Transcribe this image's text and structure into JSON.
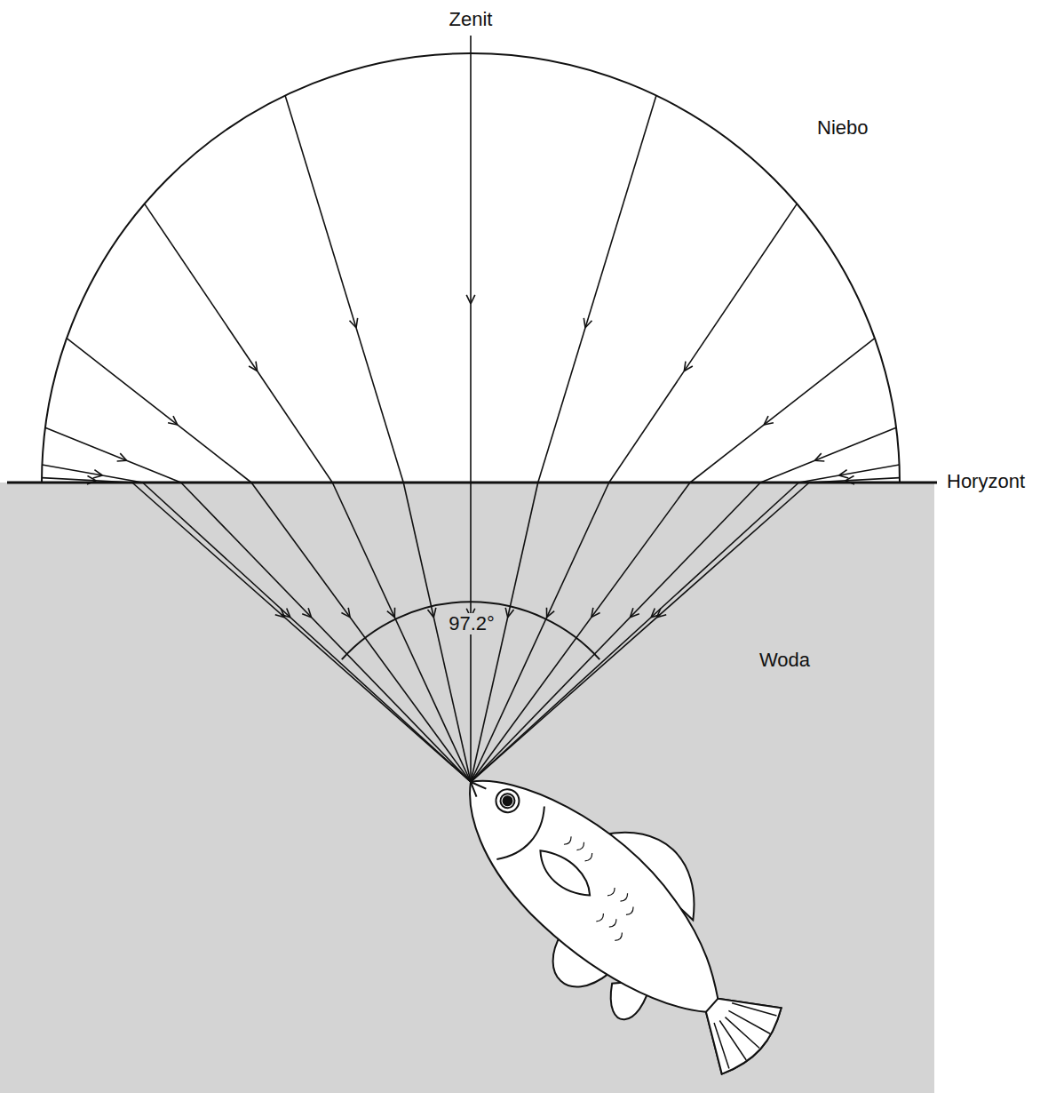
{
  "diagram": {
    "labels": [
      "Zenit",
      "Niebo",
      "Horyzont",
      "Woda",
      "97.2°"
    ]
  }
}
